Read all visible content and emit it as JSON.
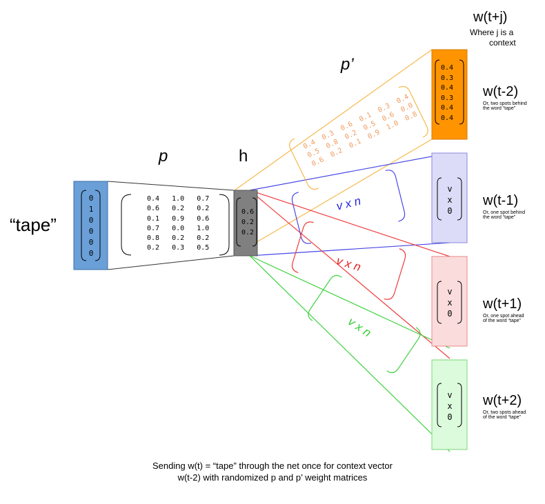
{
  "input_word": "“tape”",
  "input_vector": [
    "0",
    "1",
    "0",
    "0",
    "0",
    "0"
  ],
  "p_label": "p",
  "h_label": "h",
  "p_prime_label": "p’",
  "p_matrix": [
    [
      "0.4",
      "1.0",
      "0.7"
    ],
    [
      "0.6",
      "0.2",
      "0.2"
    ],
    [
      "0.1",
      "0.9",
      "0.6"
    ],
    [
      "0.7",
      "0.0",
      "1.0"
    ],
    [
      "0.8",
      "0.2",
      "0.2"
    ],
    [
      "0.2",
      "0.3",
      "0.5"
    ]
  ],
  "h_vector": [
    "0.6",
    "0.2",
    "0.2"
  ],
  "p_prime_matrix": [
    [
      "0.4",
      "0.3",
      "0.6",
      "0.1",
      "0.3",
      "0.4"
    ],
    [
      "0.5",
      "0.8",
      "0.2",
      "0.5",
      "0.6",
      "0.0"
    ],
    [
      "0.6",
      "0.2",
      "0.1",
      "0.9",
      "1.0",
      "0.8"
    ]
  ],
  "context_header": {
    "title": "w(t+j)",
    "subtitle_line1": "Where j is a",
    "subtitle_line2": "context"
  },
  "output_vector_first": [
    "0.4",
    "0.3",
    "0.4",
    "0.3",
    "0.4",
    "0.4"
  ],
  "output_vector_placeholder": [
    "v",
    "x",
    "0"
  ],
  "vxn_label": "v x n",
  "contexts": [
    {
      "label": "w(t-2)",
      "desc_line1": "Or, two spots behind",
      "desc_line2": "the word “tape”"
    },
    {
      "label": "w(t-1)",
      "desc_line1": "Or, one spot behind",
      "desc_line2": "the word “tape”"
    },
    {
      "label": "w(t+1)",
      "desc_line1": "Or, one spot ahead",
      "desc_line2": "of the word “tape”"
    },
    {
      "label": "w(t+2)",
      "desc_line1": "Or, two spots ahead",
      "desc_line2": "of the word “tape”"
    }
  ],
  "caption_line1": "Sending w(t) = “tape” through the net once for context vector",
  "caption_line2": "w(t-2) with randomized p and p’ weight matrices",
  "colors": {
    "input_box": "#6a9fd8",
    "hidden_box": "#808080",
    "orange": "#ff9400",
    "orange_line": "#f5b94d",
    "orange_text": "#f09a5f",
    "blue_fill": "#dcdcf8",
    "blue_line": "#4646e6",
    "red_fill": "#fadcdc",
    "red_line": "#ee3c3c",
    "green_fill": "#dcfadc",
    "green_line": "#41d241"
  }
}
